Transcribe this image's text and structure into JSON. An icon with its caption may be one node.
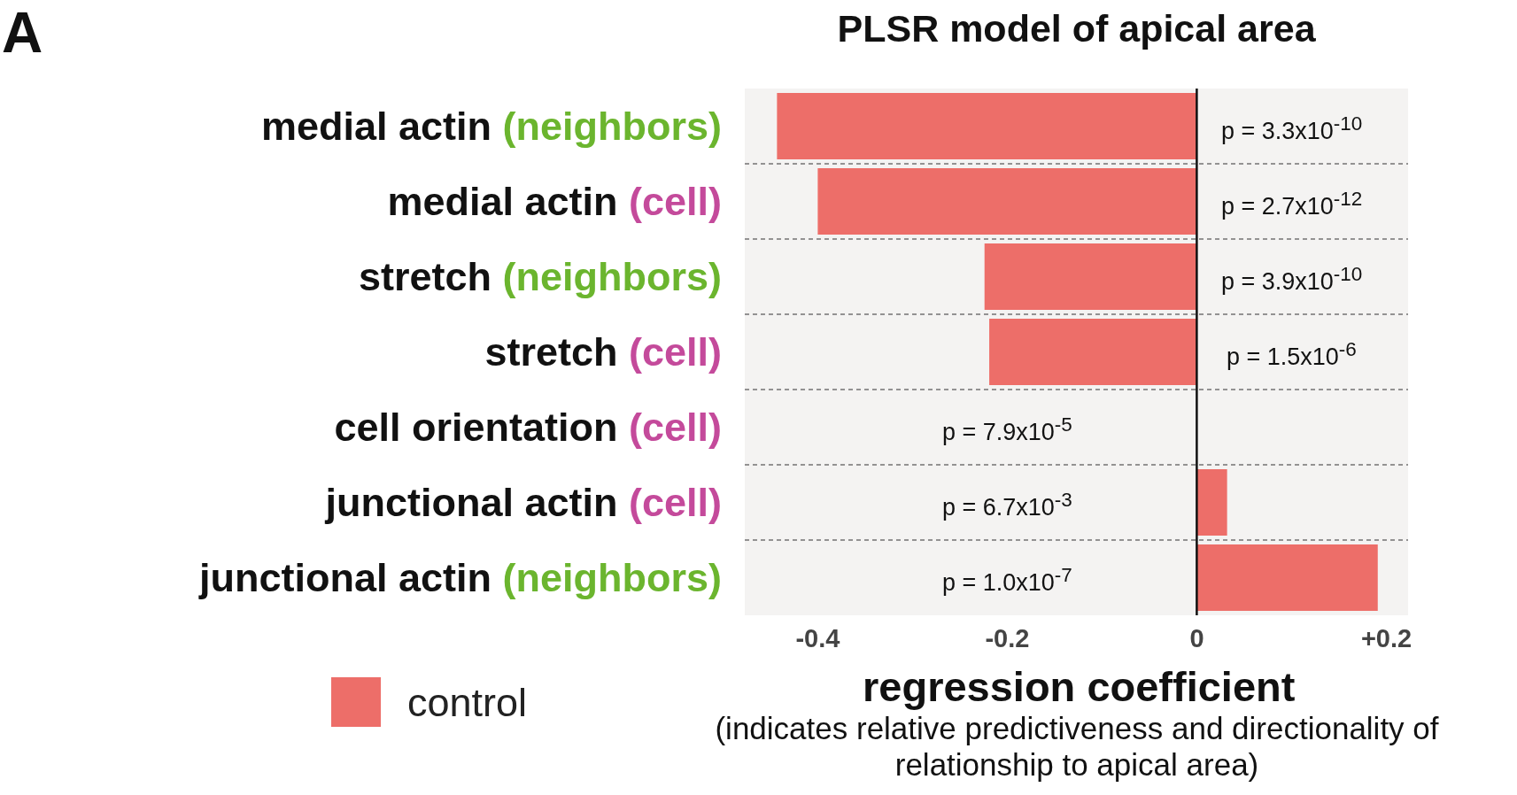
{
  "diagram": {
    "title": "PLSR model of apical area",
    "labels": [
      "A",
      "(indicates relative predictiveness and directionality of relationship to apical area)"
    ],
    "legend": [
      {
        "text": "control",
        "color": "#ed6e69"
      }
    ],
    "chart_data": {
      "type": "bar",
      "orientation": "horizontal",
      "xlabel": "regression coefficient",
      "categories": [
        "medial actin (neighbors)",
        "medial actin (cell)",
        "stretch (neighbors)",
        "stretch (cell)",
        "cell orientation (cell)",
        "junctional actin (cell)",
        "junctional actin (neighbors)"
      ],
      "series": [
        {
          "color": "#ed6e69",
          "values": [
            -0.443,
            -0.4,
            -0.224,
            -0.219,
            0,
            0.032,
            0.191
          ]
        }
      ],
      "xlim": [
        -0.477,
        0.223
      ],
      "xticks": [
        {
          "value": -0.4,
          "label": "-0.4"
        },
        {
          "value": -0.2,
          "label": "-0.2"
        },
        {
          "value": 0,
          "label": "0"
        },
        {
          "value": 0.2,
          "label": "+0.2"
        }
      ],
      "annotations": [
        "p = 3.3x10$^{-10}$",
        "p = 2.7x10$^{-12}$",
        "p = 3.9x10$^{-10}$",
        "p = 1.5x10$^{-6}$",
        "p = 7.9x10$^{-5}$",
        "p = 6.7x10$^{-3}$",
        "p = 1.0x10$^{-7}$"
      ]
    }
  }
}
